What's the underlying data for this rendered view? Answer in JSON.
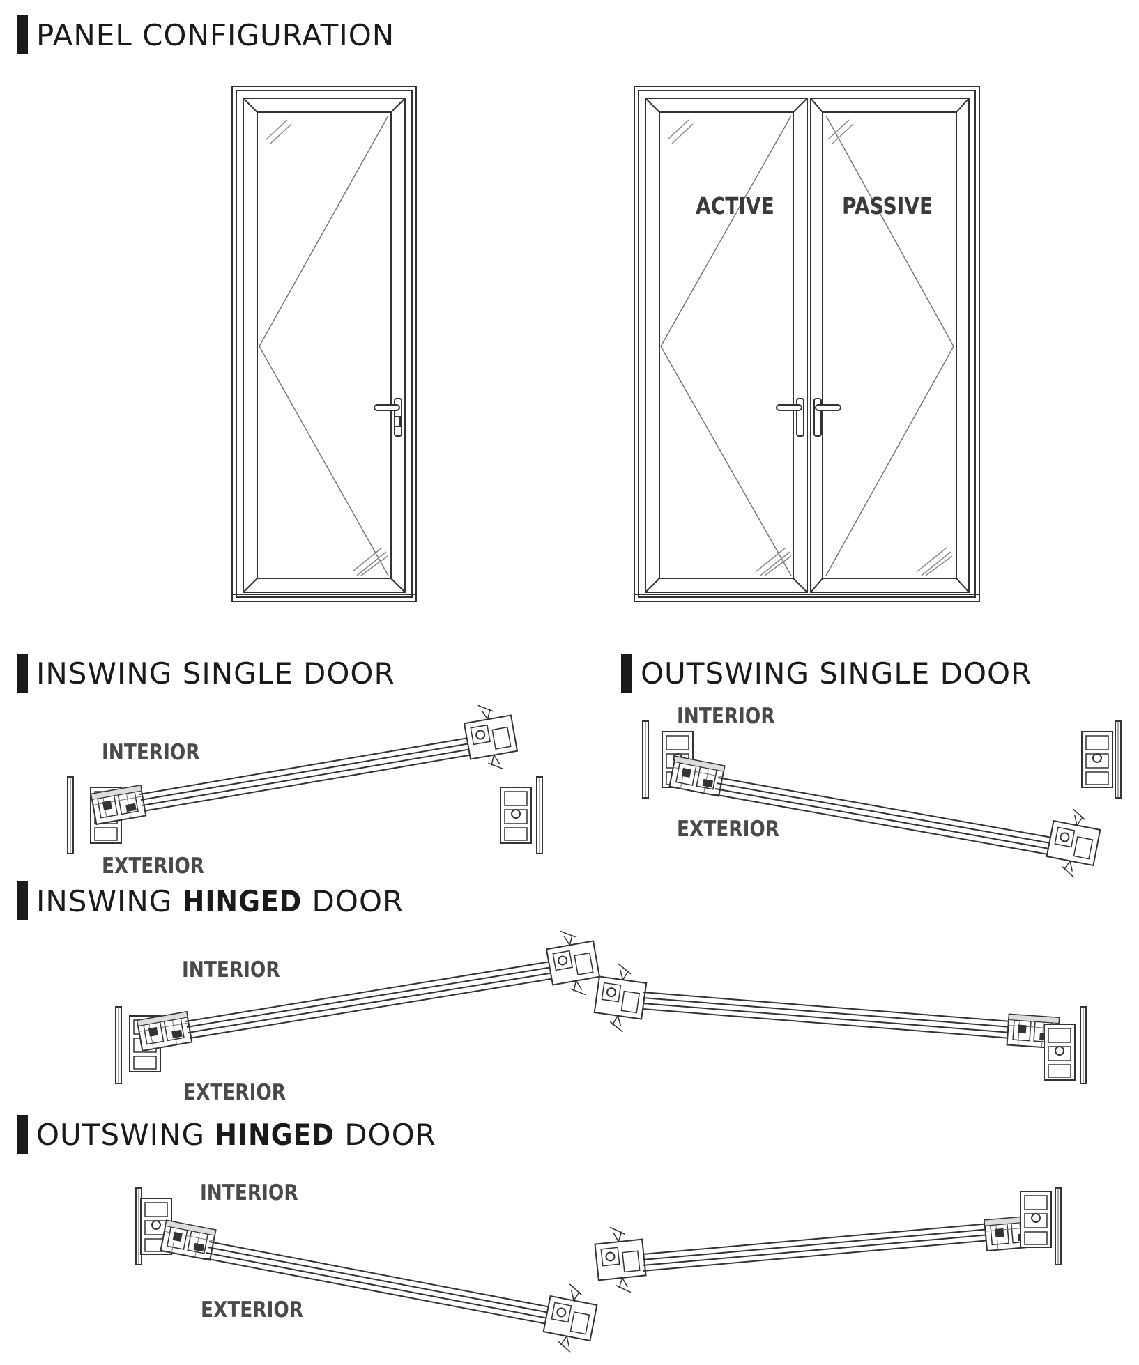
{
  "headings": {
    "panel_configuration": "PANEL CONFIGURATION",
    "inswing_single": "INSWING SINGLE DOOR",
    "outswing_single": "OUTSWING SINGLE DOOR",
    "inswing_hinged": {
      "prefix": "INSWING ",
      "bold": "HINGED",
      "suffix": " DOOR"
    },
    "outswing_hinged": {
      "prefix": "OUTSWING ",
      "bold": "HINGED",
      "suffix": " DOOR"
    }
  },
  "door_labels": {
    "active": "ACTIVE",
    "passive": "PASSIVE"
  },
  "side_labels": {
    "interior": "INTERIOR",
    "exterior": "EXTERIOR"
  },
  "colors": {
    "line": "#333333",
    "heading_bar": "#1a1a1a",
    "label": "#4a4a4a"
  }
}
